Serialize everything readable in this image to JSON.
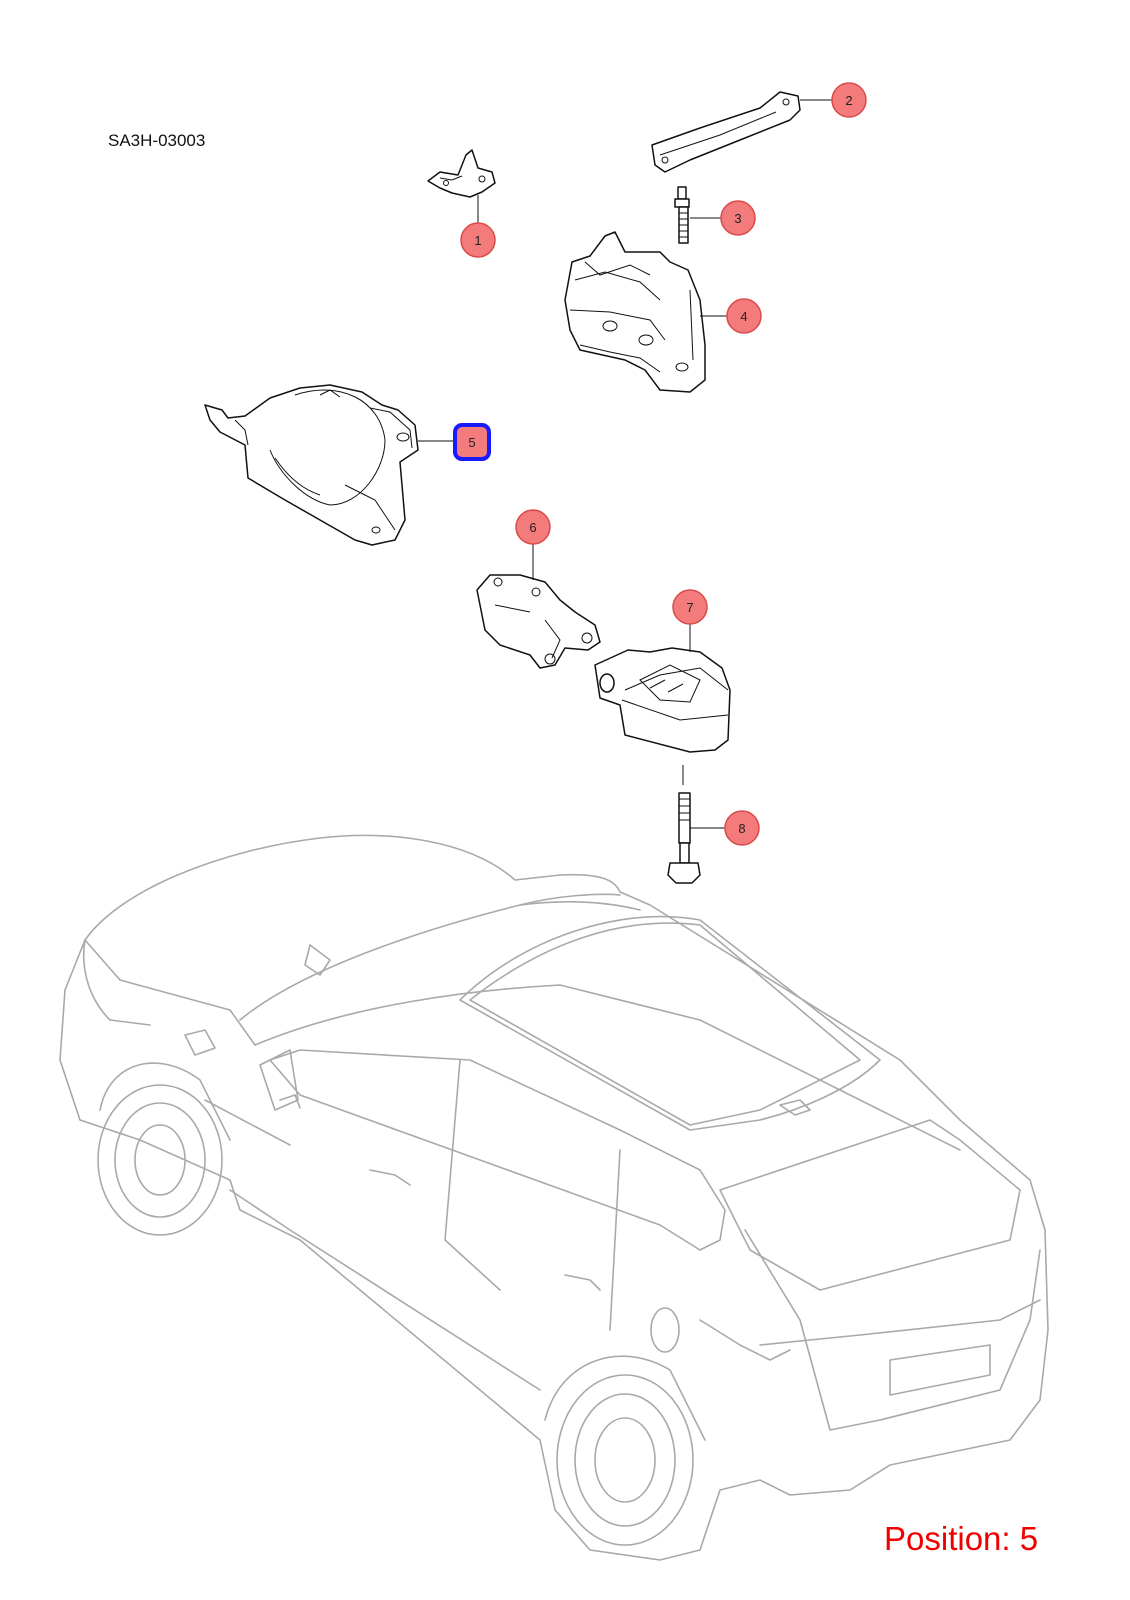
{
  "diagram": {
    "code": "SA3H-03003",
    "position_label": "Position: 5",
    "selected_position": "5",
    "colors": {
      "callout_fill": "#f47b7b",
      "callout_stroke": "#d94a4a",
      "selected_stroke": "#1a1aff",
      "position_text": "#f20000",
      "vehicle_line": "#a9a9a9"
    },
    "callouts": [
      {
        "number": "1",
        "part": "small-bracket-icon"
      },
      {
        "number": "2",
        "part": "strap-bracket-icon"
      },
      {
        "number": "3",
        "part": "stud-bolt-icon"
      },
      {
        "number": "4",
        "part": "right-engine-mount-icon"
      },
      {
        "number": "5",
        "part": "left-engine-mount-icon"
      },
      {
        "number": "6",
        "part": "link-bracket-icon"
      },
      {
        "number": "7",
        "part": "rear-mount-icon"
      },
      {
        "number": "8",
        "part": "long-bolt-icon"
      }
    ]
  }
}
